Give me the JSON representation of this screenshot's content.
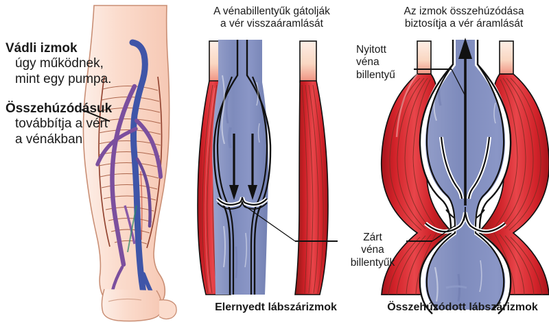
{
  "figure": {
    "title": "Vádli izmok úgy működnek, mint egy pumpa.",
    "language": "Hungarian",
    "subject": "calf-muscle-venous-pump"
  },
  "left_panel": {
    "callout_title": {
      "line1": "Vádli izmok",
      "line2": "úgy működnek,",
      "line3": "mint egy pumpa."
    },
    "callout_note": {
      "line1": "Összehúzódásuk",
      "line2": "továbbítja a vért",
      "line3": "a vénákban"
    },
    "illustration_name": "human-leg-with-veins"
  },
  "middle_panel": {
    "heading": {
      "line1": "A vénabillentyűk gátolják",
      "line2": "a vér visszaáramlását"
    },
    "caption": "Elernyedt lábszárizmok",
    "flow_direction": "down",
    "arrow_count": 2,
    "valve_state": "closed",
    "muscle_state": "relaxed"
  },
  "right_panel": {
    "heading": {
      "line1": "Az izmok összehúzódása",
      "line2": "biztosítja a vér áramlását"
    },
    "caption": "Összehúzódott lábszárizmok",
    "flow_direction": "up",
    "arrow_count": 1,
    "valve_state_upper": "open",
    "valve_state_lower": "closed",
    "muscle_state": "contracted"
  },
  "labels": {
    "open_valve": {
      "line1": "Nyitott",
      "line2": "véna",
      "line3": "billentyű"
    },
    "closed_valve": {
      "line1": "Zárt",
      "line2": "véna",
      "line3": "billentyűk"
    }
  },
  "colors": {
    "muscle_red": "#d12229",
    "muscle_dark": "#7c2d22",
    "vein_blue": "#8793c2",
    "vein_blue_dark": "#6d7bb0",
    "skin": "#fbd9c8",
    "skin_light": "#fdeae0",
    "tendon": "#f7d9c6",
    "vein_leg_blue": "#3f55a8",
    "vein_leg_purple": "#7b4f9e",
    "outline": "#111111",
    "text": "#1a1a1a",
    "background": "#ffffff"
  }
}
